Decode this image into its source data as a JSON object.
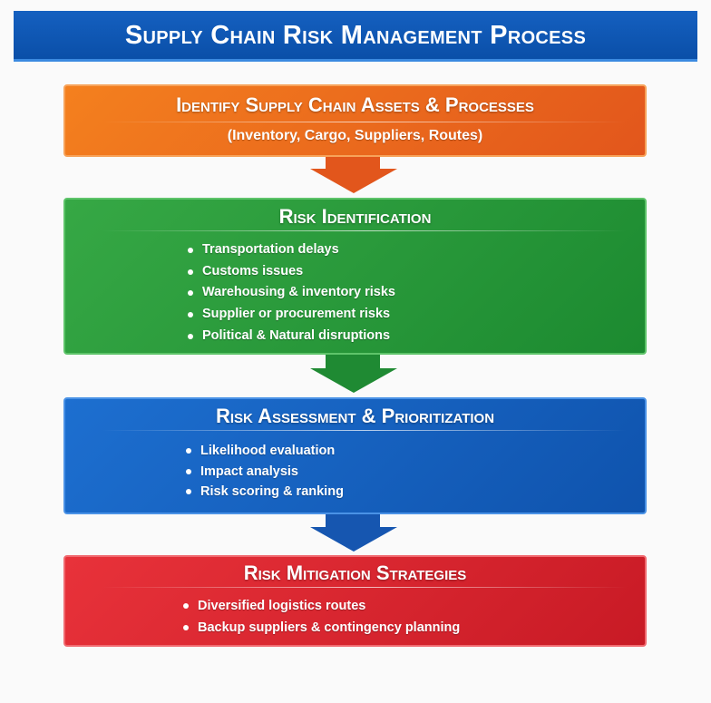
{
  "title": "Supply Chain Risk Management Process",
  "steps": [
    {
      "title": "Identify Supply Chain Assets & Processes",
      "subtitle": "(Inventory, Cargo, Suppliers, Routes)",
      "color": "#e8621d"
    },
    {
      "title": "Risk Identification",
      "color": "#2a9a3c",
      "items": [
        "Transportation delays",
        "Customs issues",
        "Warehousing & inventory risks",
        "Supplier or procurement risks",
        "Political & Natural disruptions"
      ]
    },
    {
      "title": "Risk Assessment & Prioritization",
      "color": "#1761c0",
      "items": [
        "Likelihood evaluation",
        "Impact analysis",
        "Risk scoring & ranking"
      ]
    },
    {
      "title": "Risk Mitigation Strategies",
      "color": "#d9252e",
      "items": [
        "Diversified logistics routes",
        "Backup suppliers & contingency planning"
      ]
    }
  ]
}
